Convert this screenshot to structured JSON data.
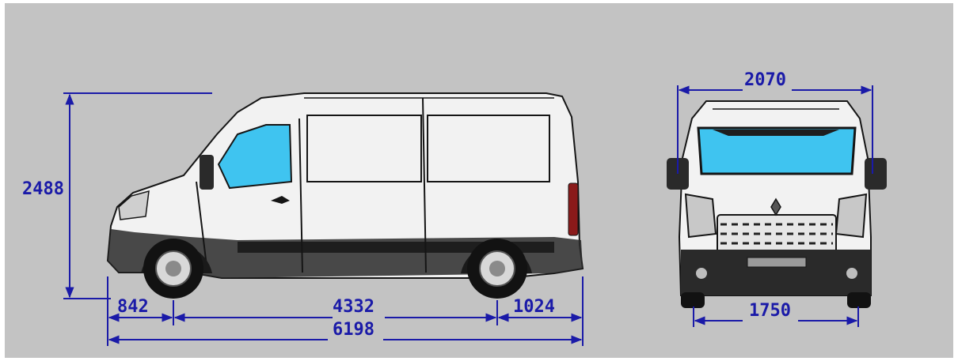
{
  "dimensions": {
    "height": "2488",
    "front_overhang": "842",
    "wheelbase": "4332",
    "rear_overhang": "1024",
    "total_length": "6198",
    "width_mirrors": "2070",
    "track_width": "1750"
  },
  "colors": {
    "background": "#c3c3c3",
    "dimension_line": "#1a1aa8",
    "body": "#f2f2f2",
    "glass": "#3fc4f0",
    "trim": "#2a2a2a",
    "tail_light": "#8a1a1a"
  }
}
